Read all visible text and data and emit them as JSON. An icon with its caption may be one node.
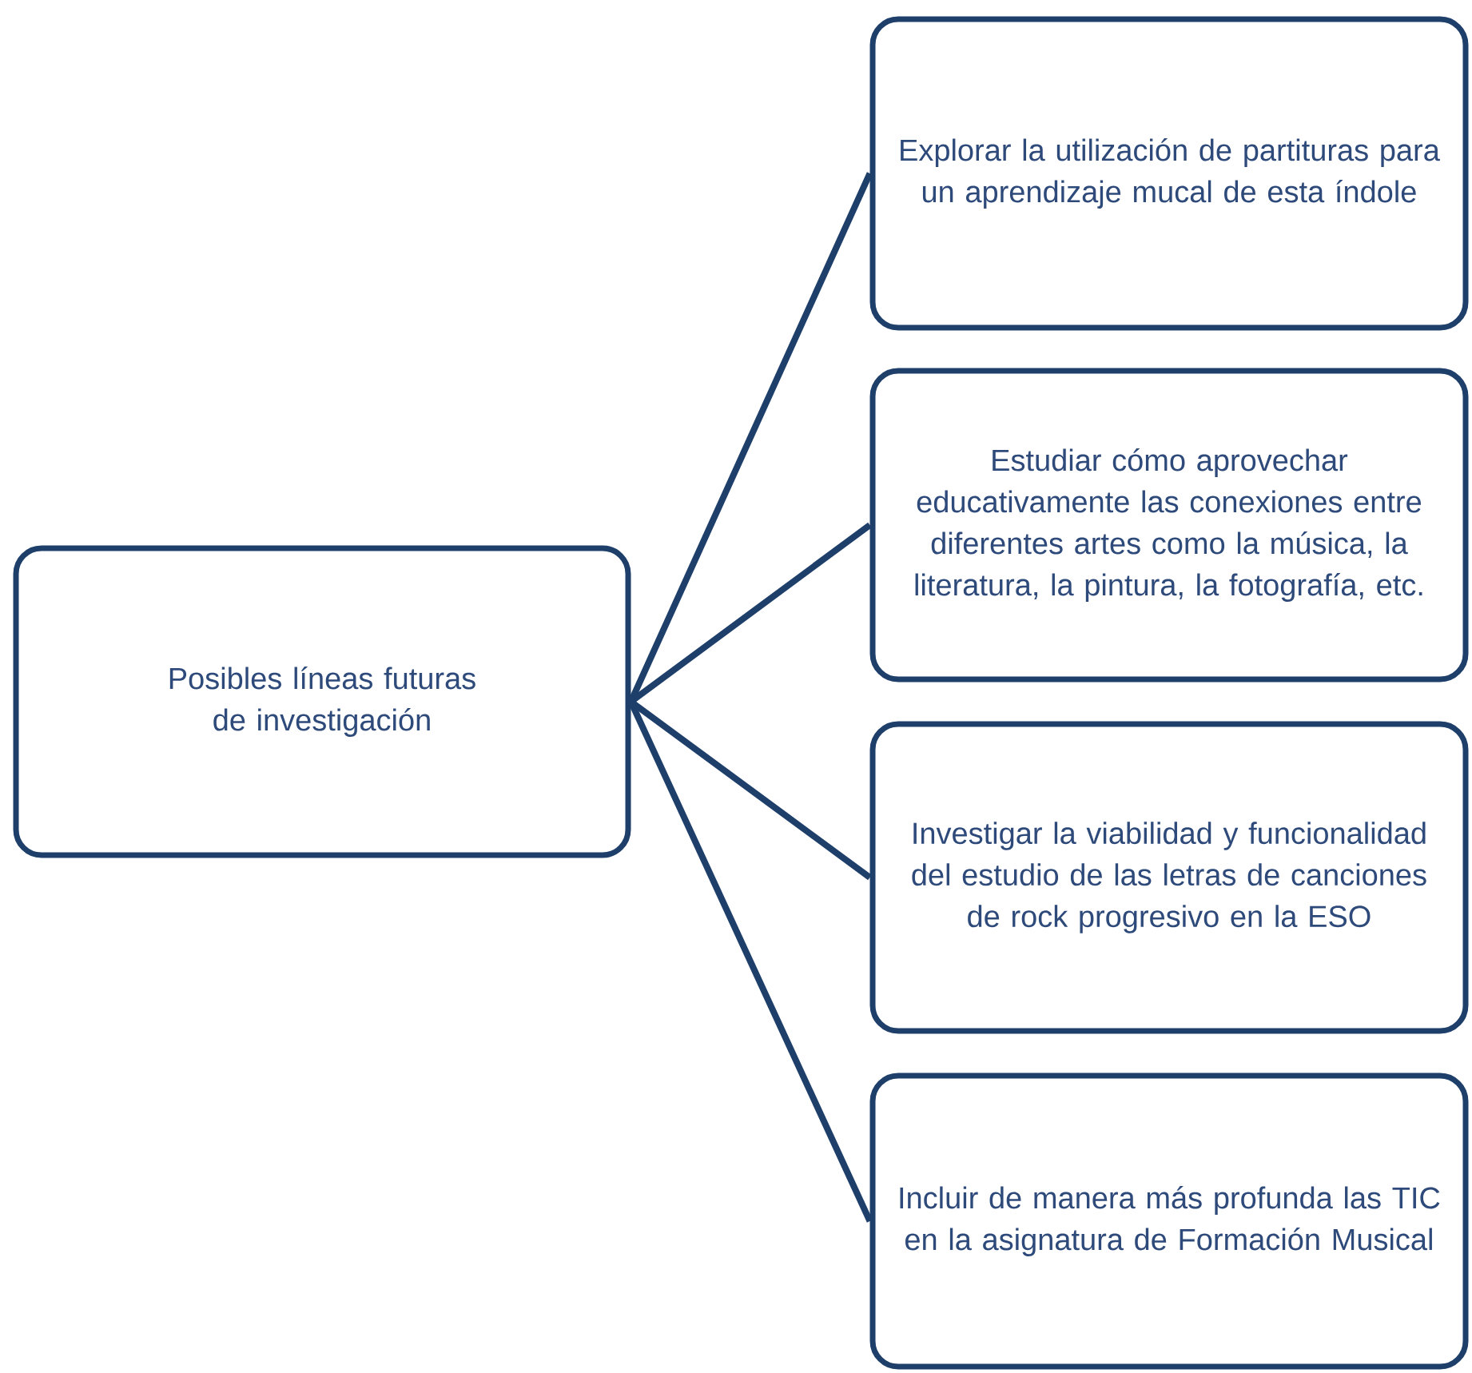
{
  "diagram": {
    "nodes": [
      {
        "text": [
          "Posibles líneas futuras de investigación"
        ]
      },
      {
        "text": [
          "Explorar la utilización de partituras para un aprendizaje mucal de esta índole"
        ]
      },
      {
        "text": [
          "Estudiar cómo aprovechar educativamente las conexiones entre diferentes artes como la música, la literatura, la pintura, la fotografía, etc."
        ]
      },
      {
        "text": [
          "Investigar la viabilidad y funcionalidad del estudio de las letras de canciones de rock progresivo en la ESO"
        ]
      },
      {
        "text": [
          "Incluir de manera más profunda las TIC en la asignatura de Formación Musical"
        ]
      }
    ],
    "edges": [
      {
        "from": 0,
        "to": 1,
        "arrow": "none"
      },
      {
        "from": 0,
        "to": 2,
        "arrow": "none"
      },
      {
        "from": 0,
        "to": 3,
        "arrow": "none"
      },
      {
        "from": 0,
        "to": 4,
        "arrow": "none"
      }
    ]
  }
}
